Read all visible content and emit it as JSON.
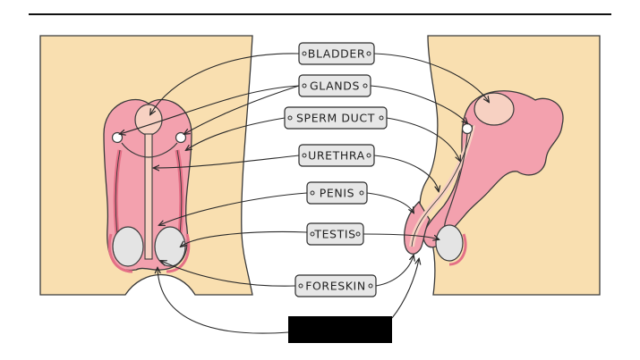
{
  "labels": [
    {
      "id": "bladder",
      "text": "BLADDER"
    },
    {
      "id": "glands",
      "text": "GLANDS"
    },
    {
      "id": "sperm-duct",
      "text": "SPERM DUCT"
    },
    {
      "id": "urethra",
      "text": "URETHRA"
    },
    {
      "id": "penis",
      "text": "PENIS"
    },
    {
      "id": "testis",
      "text": "TESTIS"
    },
    {
      "id": "foreskin",
      "text": "FORESKIN"
    }
  ],
  "colors": {
    "skin": "#f9dfb0",
    "organ": "#f3a1ae",
    "organ_dark": "#e46f86",
    "bladder": "#f7d1c2",
    "testis": "#e4e4e4",
    "label_fill": "#e7e7e7",
    "line": "#2a2a2a"
  }
}
